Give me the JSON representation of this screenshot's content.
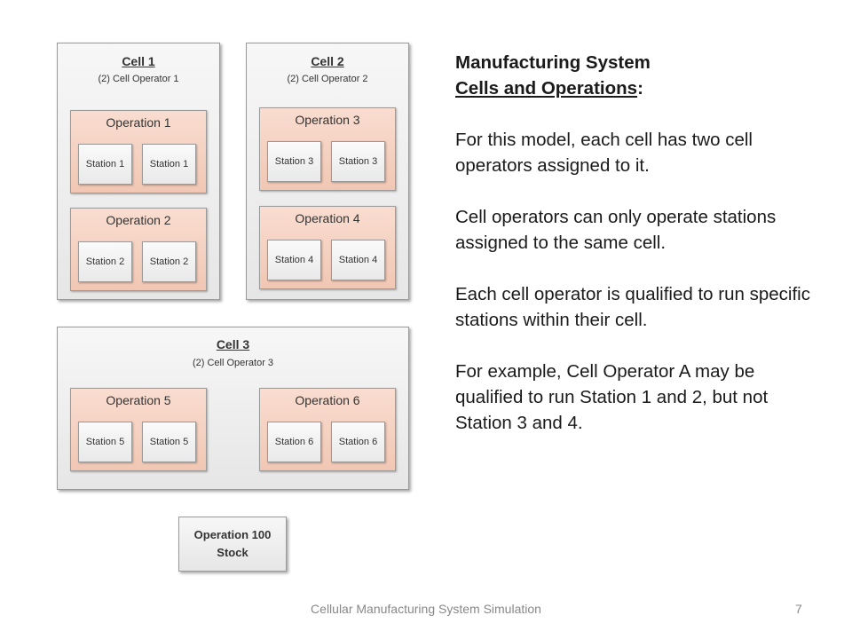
{
  "cells": [
    {
      "title": "Cell 1",
      "subtitle": "(2) Cell Operator 1",
      "operations": [
        {
          "title": "Operation 1",
          "stations": [
            "Station 1",
            "Station 1"
          ]
        },
        {
          "title": "Operation 2",
          "stations": [
            "Station 2",
            "Station 2"
          ]
        }
      ]
    },
    {
      "title": "Cell 2",
      "subtitle": "(2) Cell Operator 2",
      "operations": [
        {
          "title": "Operation 3",
          "stations": [
            "Station 3",
            "Station 3"
          ]
        },
        {
          "title": "Operation 4",
          "stations": [
            "Station 4",
            "Station 4"
          ]
        }
      ]
    },
    {
      "title": "Cell 3",
      "subtitle": "(2) Cell Operator 3",
      "operations": [
        {
          "title": "Operation 5",
          "stations": [
            "Station 5",
            "Station 5"
          ]
        },
        {
          "title": "Operation 6",
          "stations": [
            "Station 6",
            "Station 6"
          ]
        }
      ]
    }
  ],
  "stock": {
    "line1": "Operation 100",
    "line2": "Stock"
  },
  "text": {
    "heading_line1": "Manufacturing System",
    "heading_line2": "Cells and Operations",
    "heading_colon": ":",
    "para1": "For this model, each cell has two cell operators assigned to it.",
    "para2": "Cell operators can only operate stations  assigned to the same cell.",
    "para3": "Each cell operator is qualified to run specific stations within their cell.",
    "para4": "For example, Cell Operator A may be qualified to run Station 1 and 2, but not Station 3 and 4."
  },
  "footer": {
    "title": "Cellular Manufacturing System Simulation",
    "page": "7"
  }
}
